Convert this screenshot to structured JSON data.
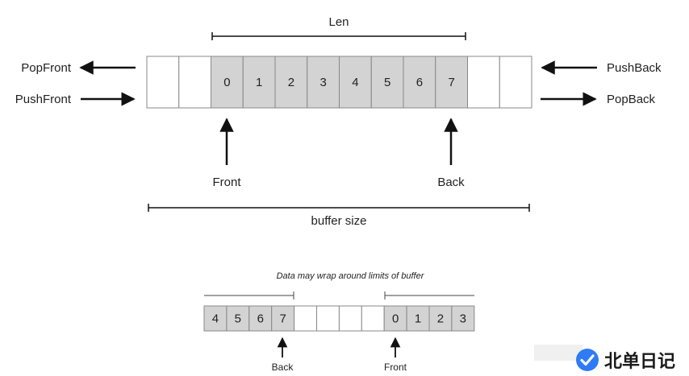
{
  "top": {
    "len_label": "Len",
    "buffer_size_label": "buffer size",
    "cells": [
      "",
      "",
      "0",
      "1",
      "2",
      "3",
      "4",
      "5",
      "6",
      "7",
      "",
      ""
    ],
    "filled_from": 2,
    "filled_to": 9,
    "front_label": "Front",
    "back_label": "Back",
    "ops": {
      "pop_front": "PopFront",
      "push_front": "PushFront",
      "push_back": "PushBack",
      "pop_back": "PopBack"
    }
  },
  "bottom": {
    "caption": "Data may wrap around limits of buffer",
    "cells": [
      "4",
      "5",
      "6",
      "7",
      "",
      "",
      "",
      "",
      "0",
      "1",
      "2",
      "3"
    ],
    "filled": [
      true,
      true,
      true,
      true,
      false,
      false,
      false,
      false,
      true,
      true,
      true,
      true
    ],
    "back_label": "Back",
    "front_label": "Front"
  },
  "colors": {
    "filled": "#d3d3d3",
    "empty": "#ffffff",
    "stroke": "#888888",
    "line": "#111111"
  },
  "watermark": {
    "text": "北单日记",
    "icon": "check-badge-icon"
  }
}
